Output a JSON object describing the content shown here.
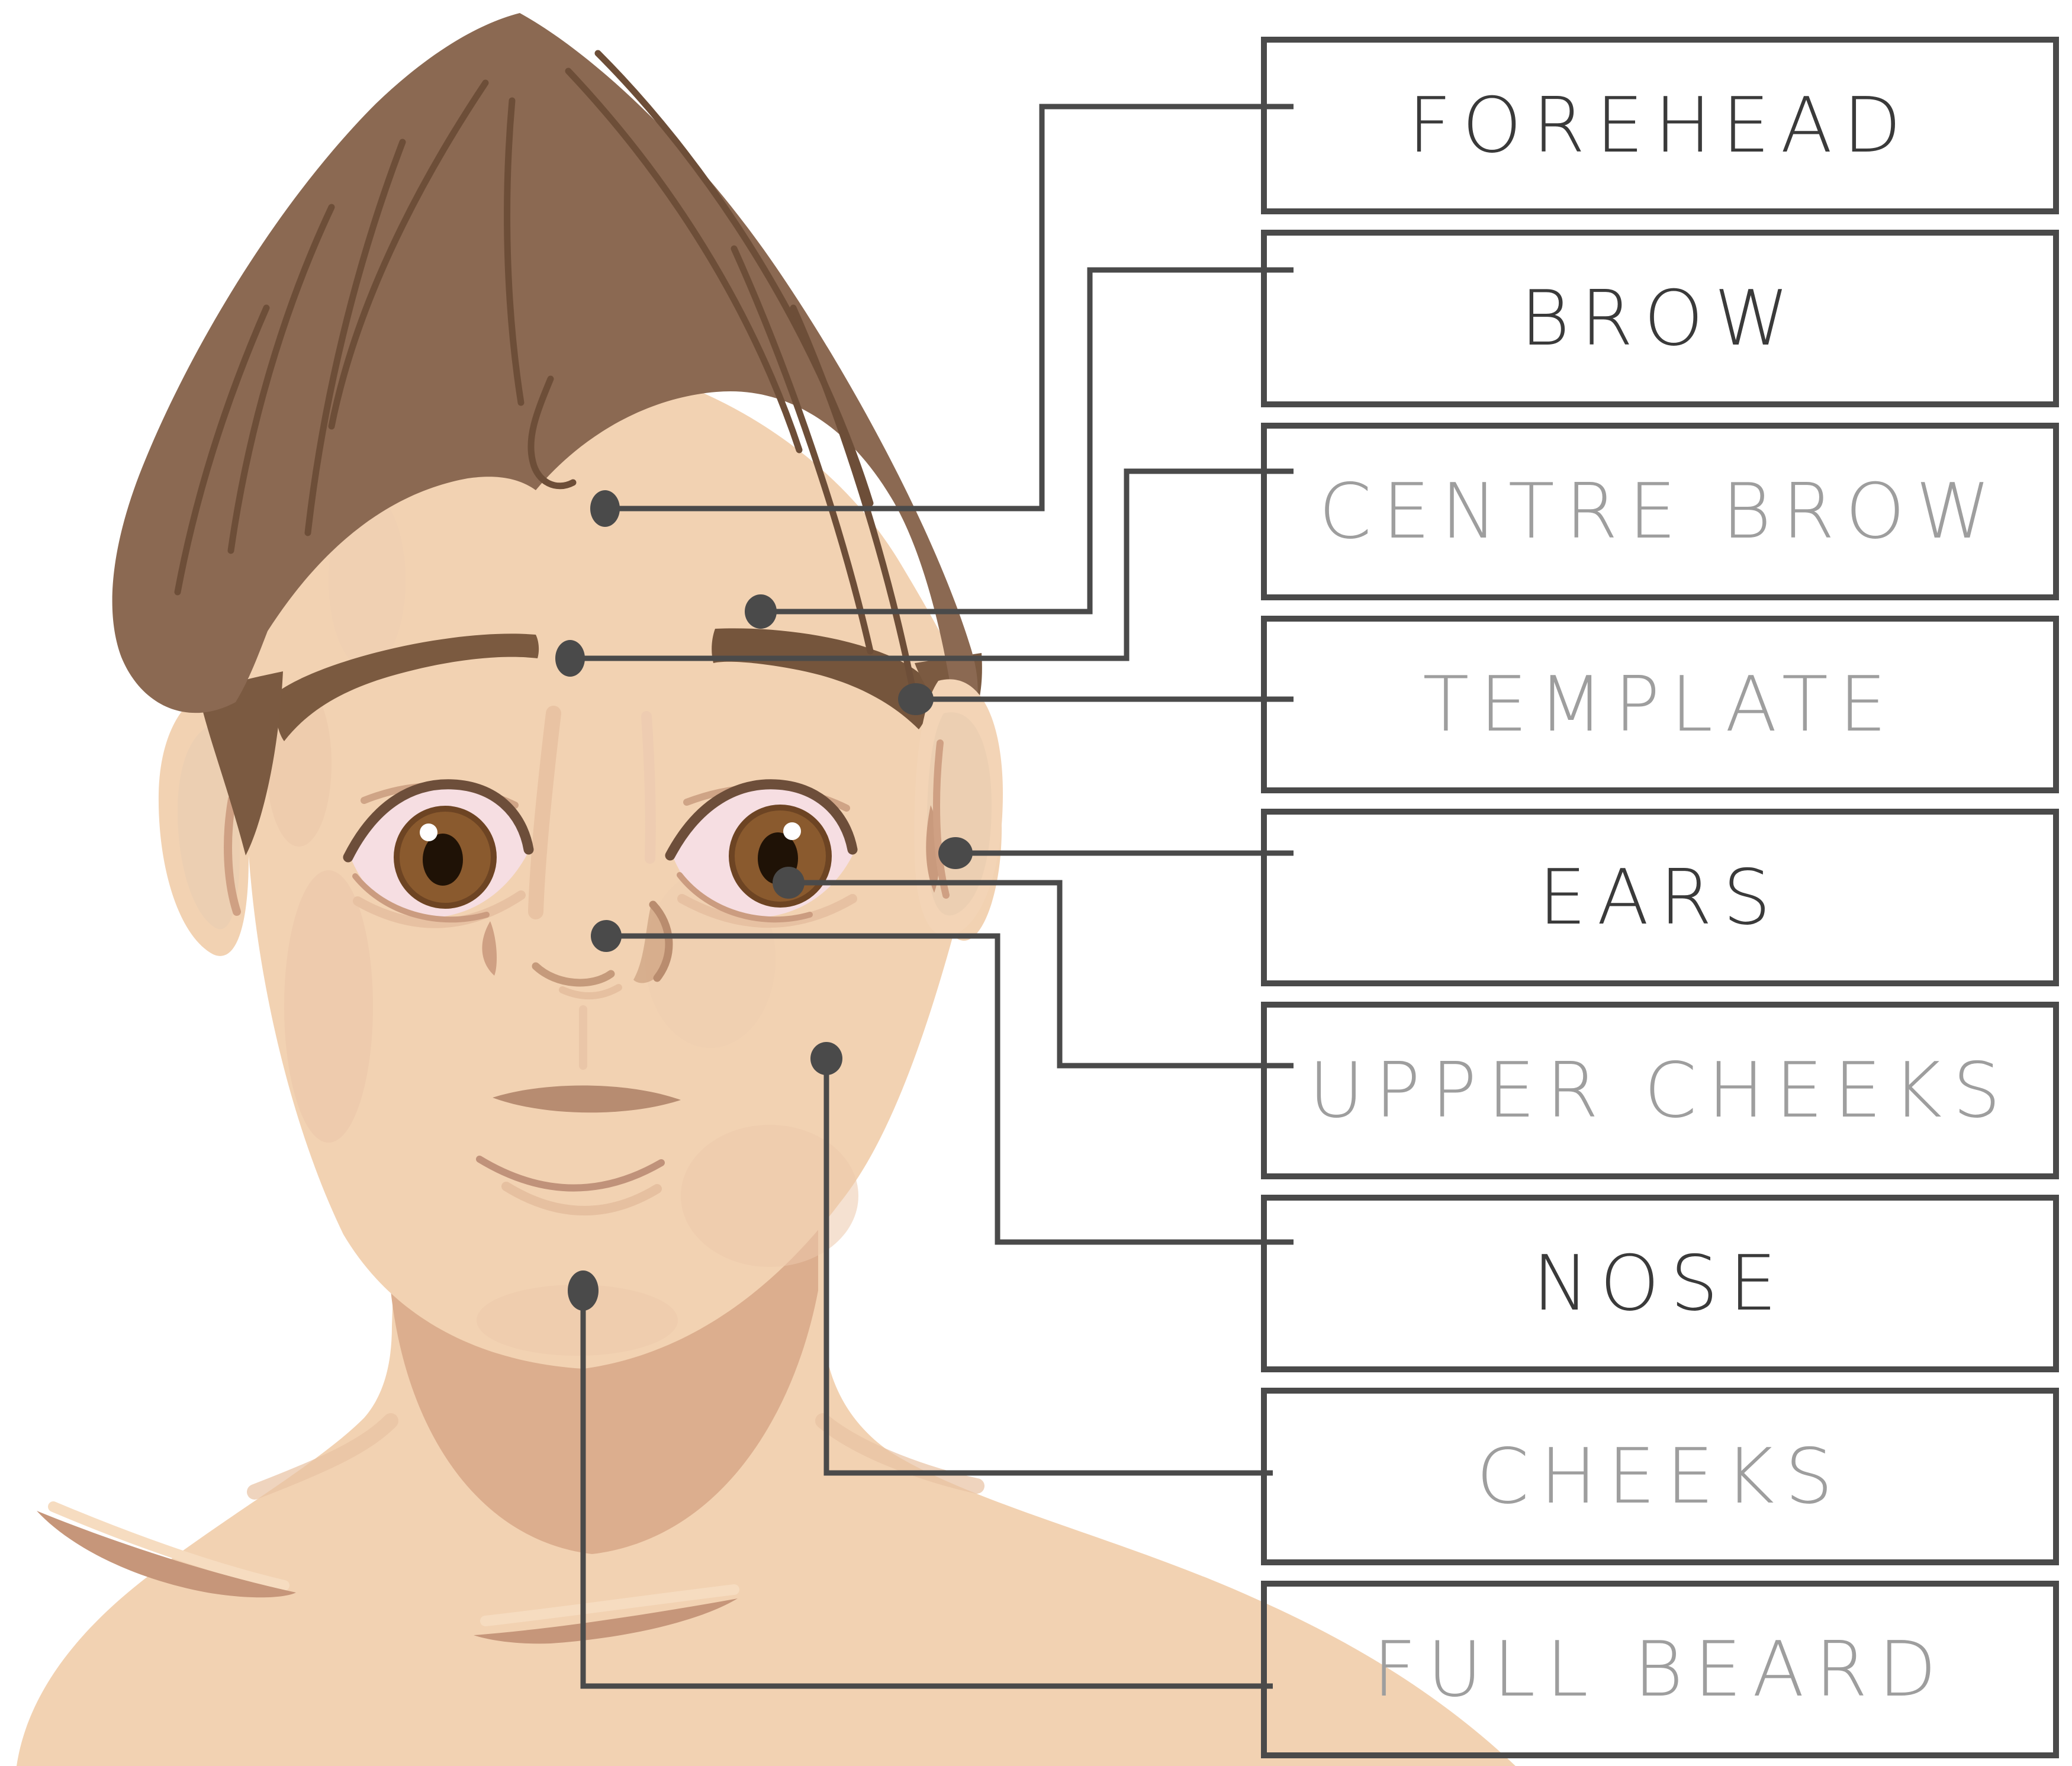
{
  "palette": {
    "background": "#ffffff",
    "box_border": "#4a4a4a",
    "connector_line": "#4a4a4a",
    "marker_dot": "#4a4a4a",
    "label_dark": "#3a3a3a",
    "label_light": "#9e9e9e",
    "skin": "#f2d2b2",
    "skin_shadow": "#ecc9ab",
    "neck_shadow": "#dcae8e",
    "hair": "#8b6952",
    "hair_strand": "#6d4e38",
    "hair_side": "#7b5a41",
    "brow": "#7b5a40",
    "iris": "#8a5a2e",
    "pupil": "#1f1206",
    "sclera": "#f6dee2",
    "lash_line": "#6d4e3a",
    "lip_line": "#b78c71",
    "crease": "#cb9c80",
    "clavicle": "#c6967a"
  },
  "labels": [
    {
      "text": "FOREHEAD",
      "tone": "dark"
    },
    {
      "text": "BROW",
      "tone": "dark"
    },
    {
      "text": "CENTRE BROW",
      "tone": "light"
    },
    {
      "text": "TEMPLATE",
      "tone": "light"
    },
    {
      "text": "EARS",
      "tone": "dark"
    },
    {
      "text": "UPPER CHEEKS",
      "tone": "light"
    },
    {
      "text": "NOSE",
      "tone": "dark"
    },
    {
      "text": "CHEEKS",
      "tone": "light"
    },
    {
      "text": "FULL BEARD",
      "tone": "light"
    }
  ]
}
